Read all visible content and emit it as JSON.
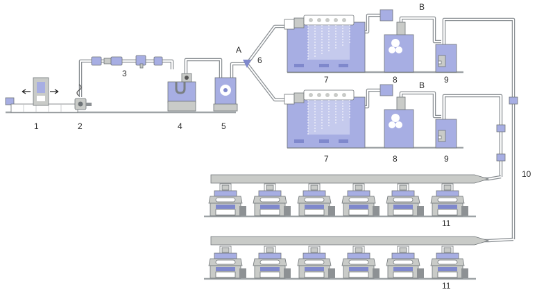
{
  "labels": {
    "n1": "1",
    "n2": "2",
    "n3": "3",
    "n4": "4",
    "n5": "5",
    "n6": "6",
    "n7a": "7",
    "n8a": "8",
    "n9a": "9",
    "n7b": "7",
    "n8b": "8",
    "n9b": "9",
    "n10": "10",
    "n11a": "11",
    "n11b": "11",
    "A": "A",
    "Ba": "B",
    "Bb": "B"
  },
  "colors": {
    "accent_blue": "#a7aee3",
    "dark_blue": "#7f88cc",
    "machine_grey": "#c9cbc8",
    "pipe_grey": "#8a8f93"
  }
}
